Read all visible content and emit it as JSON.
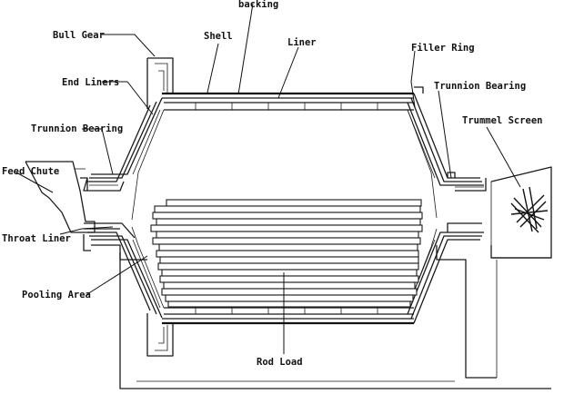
{
  "labels": {
    "backing": "backing",
    "bull_gear": "Bull Gear",
    "shell": "Shell",
    "liner": "Liner",
    "filler_ring": "Filler Ring",
    "end_liners": "End Liners",
    "trunnion_bearing_right": "Trunnion Bearing",
    "trunnion_bearing_left": "Trunnion Bearing",
    "trommel_screen": "Trummel Screen",
    "feed_chute": "Feed Chute",
    "throat_liner": "Throat Liner",
    "pooling_area": "Pooling Area",
    "rod_load": "Rod Load"
  }
}
